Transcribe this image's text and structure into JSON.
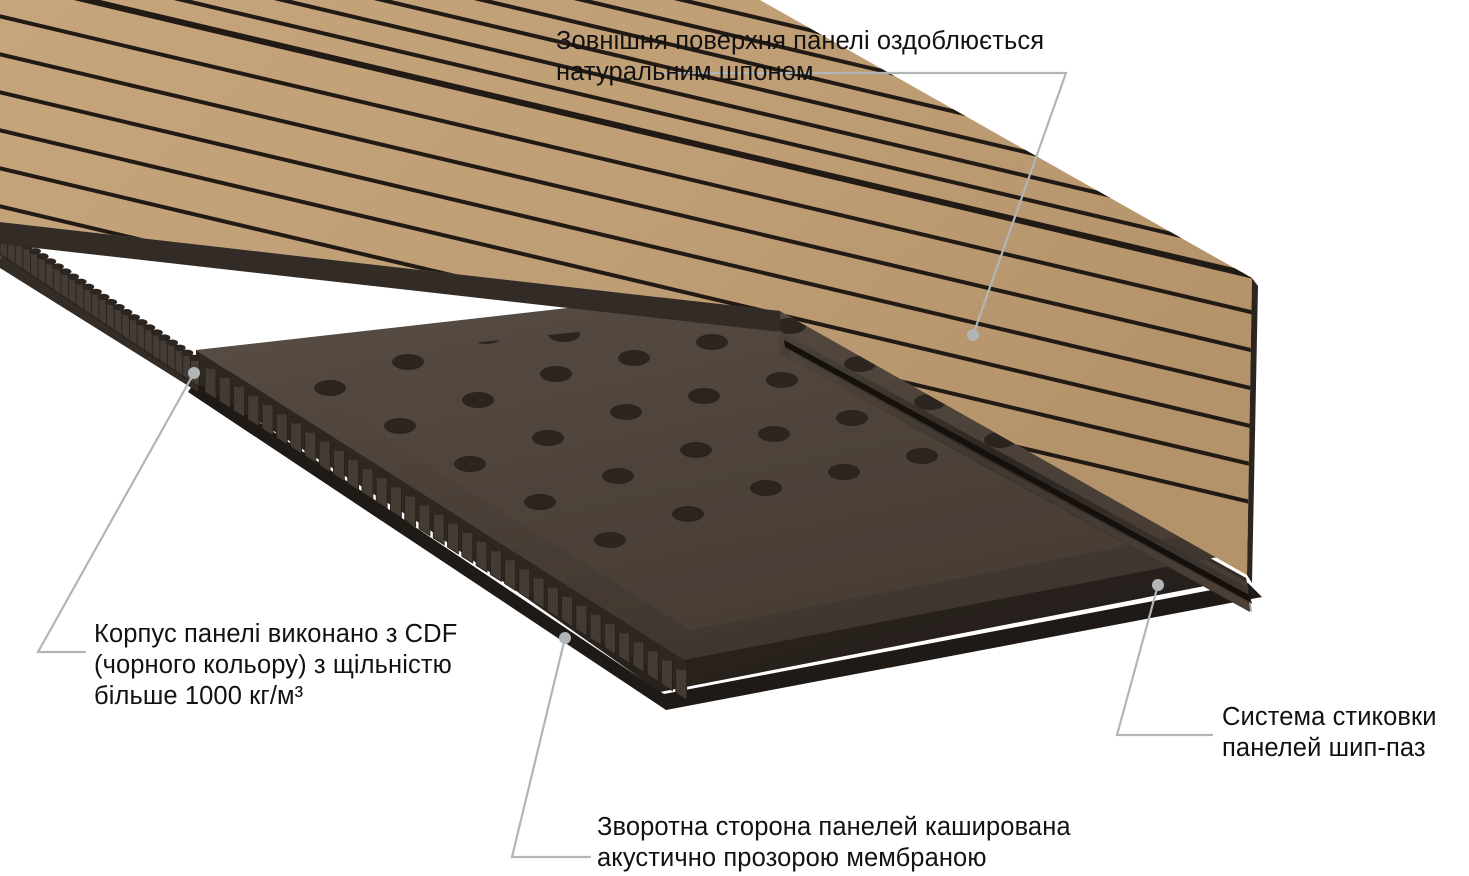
{
  "figure": {
    "subject": "acoustic-veneered-slat-panel-cutaway",
    "background_color": "#ffffff",
    "leader_line_color": "#b2b5b7",
    "leader_dot_color": "#b2b5b7",
    "text_color": "#121212"
  },
  "materials": {
    "veneer_face": "#c19f76",
    "veneer_face_shade": "#b08f68",
    "groove": "#241c16",
    "core_top": "#4a4039",
    "core_top_light": "#544a42",
    "core_hole": "#2b241f",
    "core_edge": "#3a322c",
    "membrane": "#2a241f",
    "membrane_edge": "#221d19",
    "tongue_dark": "#332b25",
    "tongue_highlight": "#4c4138"
  },
  "callouts": [
    {
      "id": "veneer",
      "text": "Зовнішня поверхня панелі оздоблюється\nнатуральним шпоном",
      "name": "callout-veneer-finish"
    },
    {
      "id": "core",
      "text": "Корпус панелі виконано з CDF\n(чорного кольору) з щільністю\nбільше 1000 кг/м³",
      "name": "callout-core-material"
    },
    {
      "id": "membrane",
      "text": "Зворотна сторона панелей каширована\nакустично прозорою мембраною",
      "name": "callout-acoustic-membrane"
    },
    {
      "id": "joint",
      "text": "Система стиковки\nпанелей шип-паз",
      "name": "callout-joint-system"
    }
  ]
}
